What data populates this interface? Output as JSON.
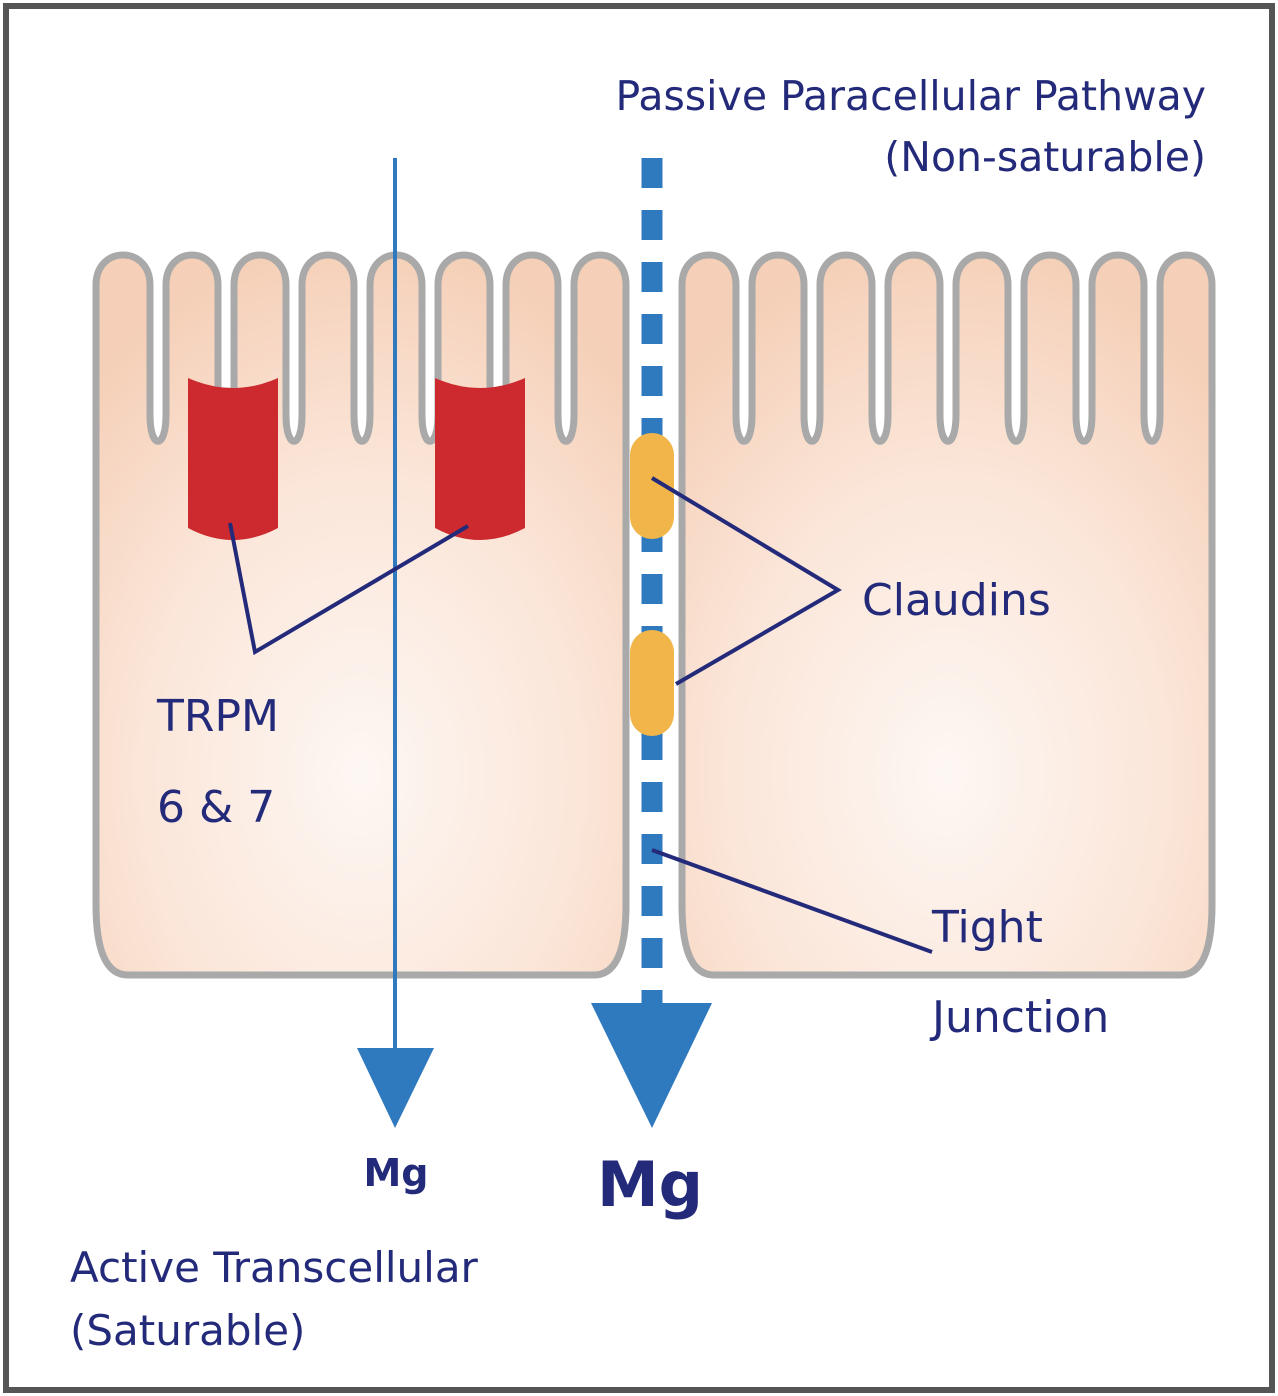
{
  "passive_pathway": {
    "title_line1": "Passive Paracellular Pathway",
    "title_line2": "(Non-saturable)"
  },
  "active_pathway": {
    "title_line1": "Active Transcellular",
    "title_line2": "(Saturable)"
  },
  "labels": {
    "trpm_line1": "TRPM",
    "trpm_line2": "6 & 7",
    "claudins": "Claudins",
    "tight_line1": "Tight",
    "tight_line2": "Junction",
    "mg_active": "Mg",
    "mg_passive": "Mg"
  },
  "colors": {
    "frame": "#555555",
    "cell_outline": "#a9a9a9",
    "cell_fill_light": "#fdf6f1",
    "cell_fill_dark": "#f6d2bb",
    "trpm_channel": "#cc2a2e",
    "claudin": "#f1b54a",
    "arrow_blue": "#2f79bf",
    "label_navy": "#242a7a"
  }
}
